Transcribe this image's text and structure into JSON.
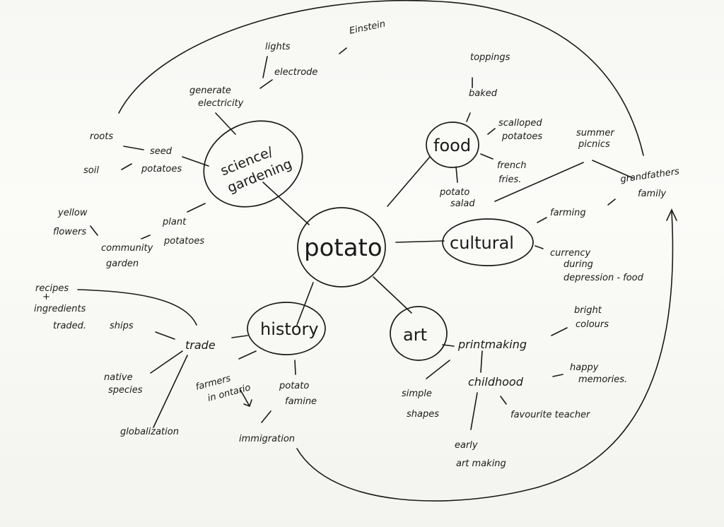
{
  "center": {
    "label": "potato"
  },
  "science": {
    "label": [
      "science/",
      "gardening"
    ],
    "generate": [
      "generate",
      "electricity"
    ],
    "lights": "lights",
    "electrode": "electrode",
    "einstein": "Einstein",
    "roots": "roots",
    "seed": [
      "seed",
      "potatoes"
    ],
    "soil": "soil",
    "yellow": [
      "yellow",
      "flowers"
    ],
    "plant": [
      "plant",
      "potatoes"
    ],
    "community": [
      "community",
      "garden"
    ]
  },
  "food": {
    "label": "food",
    "toppings": "toppings",
    "baked": "baked",
    "scalloped": [
      "scalloped",
      "potatoes"
    ],
    "french": [
      "french",
      "fries."
    ],
    "salad": [
      "potato",
      "salad"
    ]
  },
  "cultural": {
    "label": "cultural",
    "picnics": [
      "summer",
      "picnics"
    ],
    "grandfather": [
      "grandfathers",
      "family"
    ],
    "farming": "farming",
    "currency": [
      "currency",
      "during",
      "depression - food"
    ]
  },
  "history": {
    "label": "history",
    "trade": "trade",
    "recipes": [
      "recipes",
      "+",
      "ingredients",
      "traded."
    ],
    "ships": "ships",
    "native": [
      "native",
      "species"
    ],
    "globalization": "globalization",
    "farmers": [
      "farmers",
      "in ontario"
    ],
    "famine": [
      "potato",
      "famine"
    ],
    "immigration": "immigration"
  },
  "art": {
    "label": "art",
    "printmaking": "printmaking",
    "bright": [
      "bright",
      "colours"
    ],
    "simple": [
      "simple",
      "shapes"
    ],
    "childhood": "childhood",
    "happy": [
      "happy",
      "memories."
    ],
    "teacher": "favourite teacher",
    "early": [
      "early",
      "art making"
    ]
  }
}
